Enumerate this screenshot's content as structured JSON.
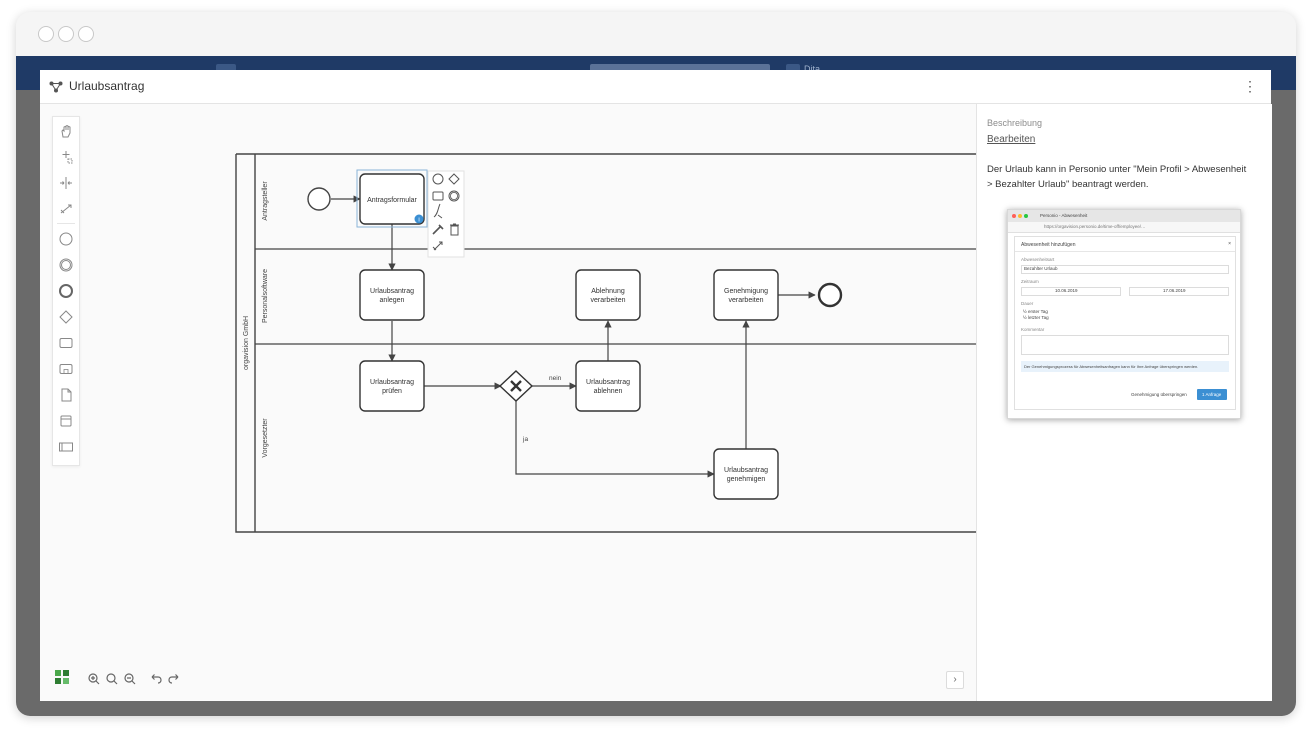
{
  "modal": {
    "title": "Urlaubsantrag",
    "icon": "process-icon",
    "more_icon": "kebab-menu-icon"
  },
  "app_header": {
    "blurred_search_suffix": "Dita"
  },
  "palette": {
    "tools": [
      "hand-tool-icon",
      "lasso-tool-icon",
      "space-tool-icon",
      "global-connect-icon",
      "start-event-icon",
      "intermediate-event-icon",
      "end-event-icon",
      "gateway-icon",
      "task-icon",
      "subprocess-icon",
      "data-object-icon",
      "data-store-icon",
      "participant-icon"
    ]
  },
  "diagram": {
    "pool": "orgavision GmbH",
    "lanes": [
      "Antragsteller",
      "Personalsoftware",
      "Vorgesetzter"
    ],
    "tasks": {
      "antragsformular": "Antragsformular",
      "anlegen": [
        "Urlaubsantrag",
        "anlegen"
      ],
      "pruefen": [
        "Urlaubsantrag",
        "prüfen"
      ],
      "ablehnung_verarbeiten": [
        "Ablehnung",
        "verarbeiten"
      ],
      "ablehnen": [
        "Urlaubsantrag",
        "ablehnen"
      ],
      "genehmigung_verarbeiten": [
        "Genehmigung",
        "verarbeiten"
      ],
      "genehmigen": [
        "Urlaubsantrag",
        "genehmigen"
      ]
    },
    "flow_labels": {
      "no": "nein",
      "yes": "ja"
    }
  },
  "bottom_toolbar": {
    "buttons": [
      "bpmn-logo-icon",
      "zoom-in-icon",
      "zoom-reset-icon",
      "zoom-out-icon",
      "undo-icon",
      "redo-icon"
    ],
    "toggle": "›"
  },
  "side_panel": {
    "label": "Beschreibung",
    "edit_link": "Bearbeiten",
    "description": "Der Urlaub kann in Personio unter \"Mein Profil > Abwesenheit > Bezahlter Urlaub\" beantragt werden.",
    "screenshot": {
      "tab": "Personio - Abwesenheit",
      "url": "https://orgavision.personio.de/time-off/employee/…",
      "dialog_title": "Abwesenheit hinzufügen",
      "type_label": "Abwesenheitsart",
      "type_value": "Bezahlter Urlaub",
      "period_label": "Zeitraum",
      "date_from": "10.06.2019",
      "date_to": "17.06.2019",
      "duration_label": "Dauer",
      "half_day_start": "½ erster Tag",
      "half_day_end": "½ letzter Tag",
      "comment_label": "Kommentar",
      "info_text": "Der Genehmigungsprozess für Abwesenheitsanfragen kann für Ihre Anfrage überspringen werden.",
      "skip_button": "Genehmigung überspringen",
      "submit_button": "1 Anfrage"
    }
  }
}
